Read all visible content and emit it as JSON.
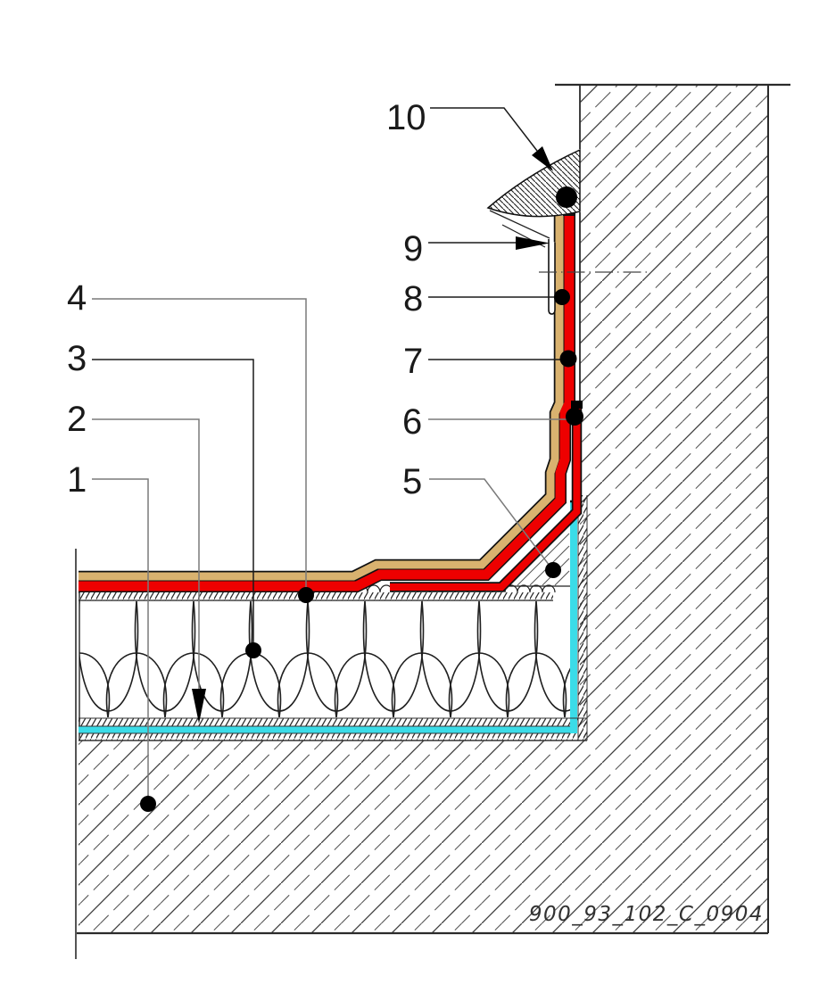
{
  "figure": {
    "drawing_number": "900_93_102_C_0904",
    "callouts": [
      {
        "label": "1"
      },
      {
        "label": "2"
      },
      {
        "label": "3"
      },
      {
        "label": "4"
      },
      {
        "label": "5"
      },
      {
        "label": "6"
      },
      {
        "label": "7"
      },
      {
        "label": "8"
      },
      {
        "label": "9"
      },
      {
        "label": "10"
      }
    ],
    "colors": {
      "membrane_red": "#EE0000",
      "protection_tan": "#D9B26F",
      "barrier_cyan": "#3BDCE8",
      "leader_gray": "#7A7A7A",
      "line_dark": "#1A1A1A"
    }
  }
}
